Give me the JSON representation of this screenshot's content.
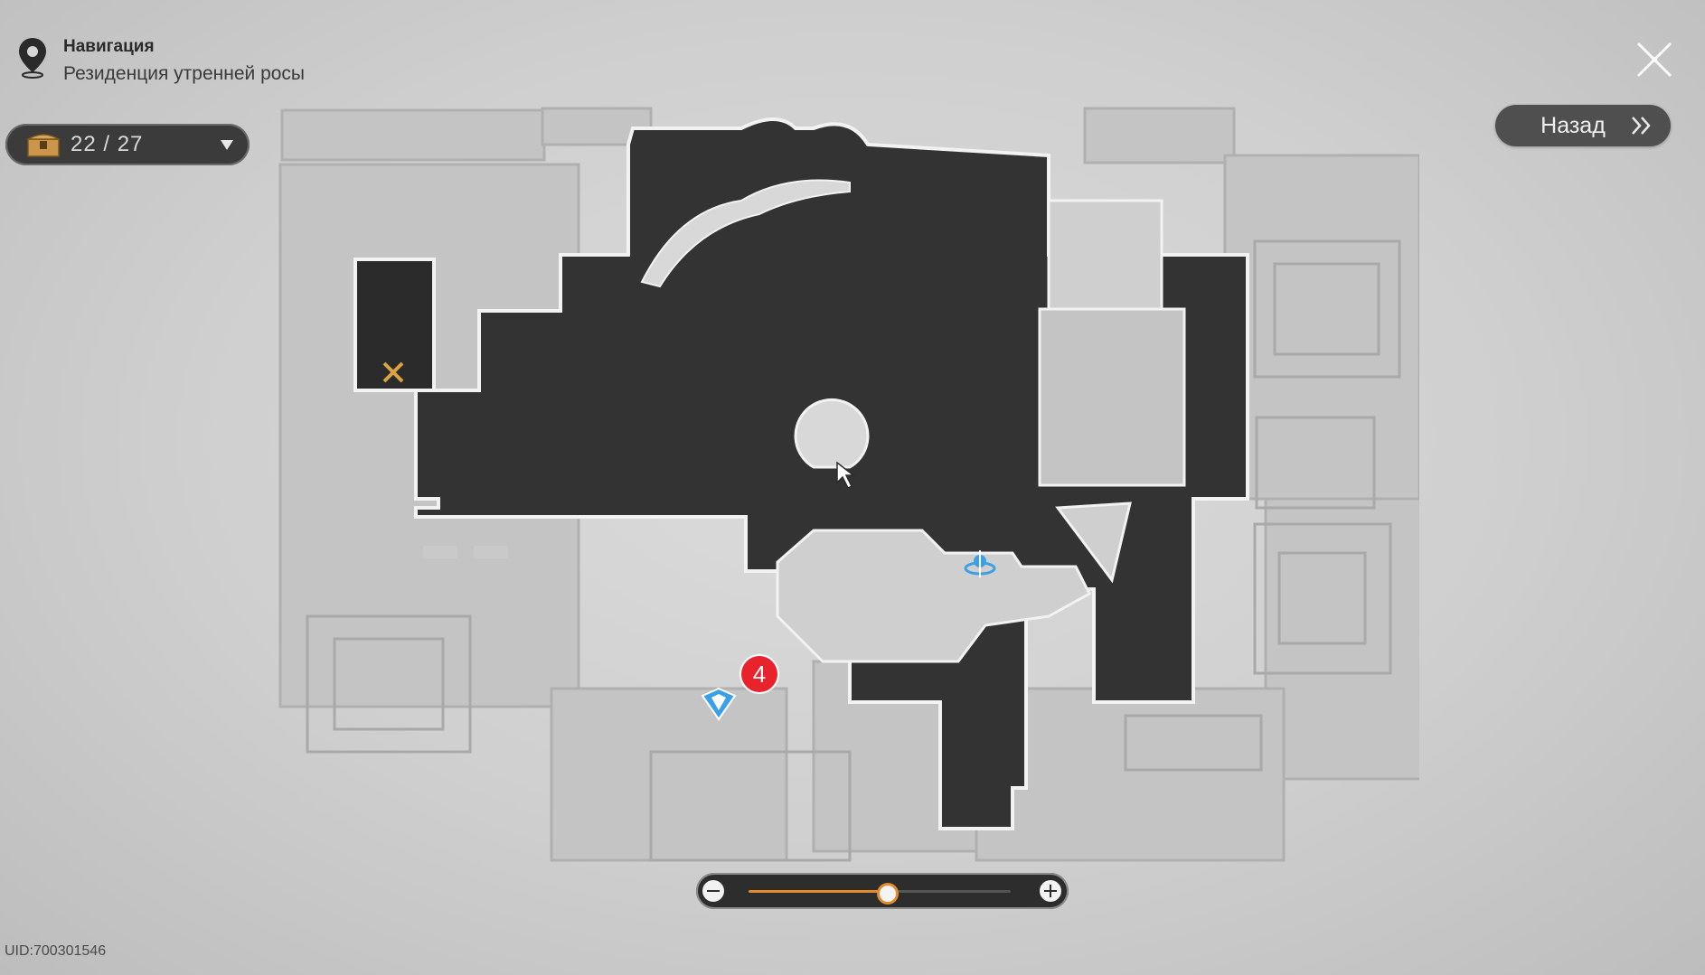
{
  "header": {
    "title": "Навигация",
    "location": "Резиденция утренней росы"
  },
  "chest_counter": {
    "count": "22 / 27"
  },
  "back_button": {
    "label": "Назад"
  },
  "map_badge": {
    "value": "4"
  },
  "zoom": {
    "level": 0.53
  },
  "uid": "UID:700301546",
  "colors": {
    "accent": "#e58a2b",
    "badge": "#e8232b",
    "marker_blue": "#3aa0e8",
    "marker_gold": "#d9a441"
  }
}
